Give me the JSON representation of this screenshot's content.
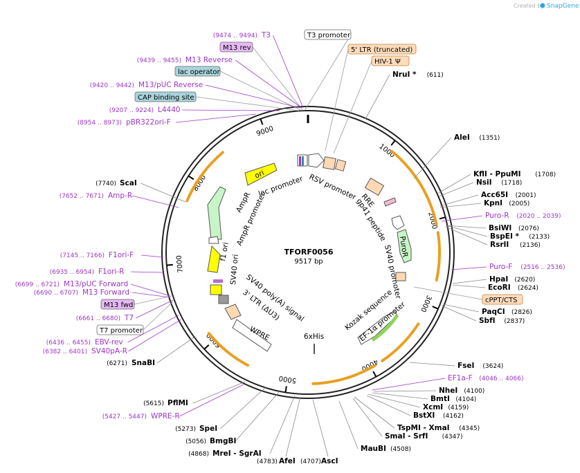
{
  "watermark": {
    "text": "Created by",
    "brand": "SnapGene"
  },
  "plasmid": {
    "name": "TFORF0056",
    "size": "9517 bp",
    "length": 9517
  },
  "ticks": [
    "1000",
    "2000",
    "3000",
    "4000",
    "5000",
    "6000",
    "7000",
    "8000",
    "9000"
  ],
  "colors": {
    "backbone": "#222222",
    "primer": "#9c35c8",
    "ori": "#ffff00",
    "amp": "#c8f5c8",
    "puro": "#c8f5c8",
    "efa": "#8ed35a",
    "promoter": "#ffffff",
    "ltr": "#ffd9b3",
    "orange_arc": "#e8a020",
    "purple_tag": "#d9a6f0",
    "teal_tag": "#9fd0d8",
    "peach_tag": "#ffd9b3"
  },
  "features": [
    {
      "label": "ori",
      "color": "#ffff00"
    },
    {
      "label": "AmpR",
      "color": "#c8f5c8"
    },
    {
      "label": "AmpR promoter",
      "color": "#ffffff"
    },
    {
      "label": "f1 ori",
      "color": "#ffff00"
    },
    {
      "label": "SV40 ori",
      "color": "#ffff00"
    },
    {
      "label": "SV40 poly(A) signal",
      "color": "#ffffff"
    },
    {
      "label": "3' LTR (ΔU3)",
      "color": "#ffd9b3"
    },
    {
      "label": "WPRE",
      "color": "#ffffff"
    },
    {
      "label": "6xHis",
      "color": "#ffffff"
    },
    {
      "label": "Kozak sequence",
      "color": "#ffffff"
    },
    {
      "label": "EF-1α promoter",
      "color": "#ffffff"
    },
    {
      "label": "SV40 promoter",
      "color": "#ffffff"
    },
    {
      "label": "PuroR",
      "color": "#c8f5c8"
    },
    {
      "label": "gp41 peptide",
      "color": "#ffffff"
    },
    {
      "label": "RRE",
      "color": "#ffd9b3"
    },
    {
      "label": "RSV promoter",
      "color": "#ffffff"
    },
    {
      "label": "lac promoter",
      "color": "#ffffff"
    }
  ],
  "tags": [
    {
      "label": "T3 promoter",
      "style": "white"
    },
    {
      "label": "M13 rev",
      "style": "purple"
    },
    {
      "label": "lac operator",
      "style": "teal"
    },
    {
      "label": "CAP binding site",
      "style": "teal"
    },
    {
      "label": "5' LTR (truncated)",
      "style": "peach"
    },
    {
      "label": "HIV-1 Ψ",
      "style": "peach"
    },
    {
      "label": "cPPT/CTS",
      "style": "peach"
    },
    {
      "label": "M13 fwd",
      "style": "purple"
    },
    {
      "label": "T7 promoter",
      "style": "white"
    }
  ],
  "primers_left": [
    {
      "range": "(9474 .. 9494)",
      "name": "T3"
    },
    {
      "range": "(9439 .. 9455)",
      "name": "M13 Reverse"
    },
    {
      "range": "(9420 .. 9442)",
      "name": "M13/pUC Reverse"
    },
    {
      "range": "(9207 .. 9224)",
      "name": "L4440"
    },
    {
      "range": "(8954 .. 8973)",
      "name": "pBR322ori-F"
    },
    {
      "range": "(7652 .. 7671)",
      "name": "Amp-R"
    },
    {
      "range": "(7145 .. 7166)",
      "name": "F1ori-F"
    },
    {
      "range": "(6935 .. 6954)",
      "name": "F1ori-R"
    },
    {
      "range": "(6699 .. 6721)",
      "name": "M13/pUC Forward"
    },
    {
      "range": "(6690 .. 6707)",
      "name": "M13 Forward"
    },
    {
      "range": "(6661 .. 6680)",
      "name": "T7"
    },
    {
      "range": "(6436 .. 6455)",
      "name": "EBV-rev"
    },
    {
      "range": "(6382 .. 6401)",
      "name": "SV40pA-R"
    },
    {
      "range": "(5427 .. 5447)",
      "name": "WPRE-R"
    }
  ],
  "primers_right": [
    {
      "name": "Puro-R",
      "range": "(2020 .. 2039)"
    },
    {
      "name": "Puro-F",
      "range": "(2516 .. 2536)"
    },
    {
      "name": "EF1a-F",
      "range": "(4046 .. 4066)"
    }
  ],
  "enzymes_right": [
    {
      "name": "NruI *",
      "pos": "(611)"
    },
    {
      "name": "AleI",
      "pos": "(1351)"
    },
    {
      "name": "KflI - PpuMI",
      "pos": "(1708)"
    },
    {
      "name": "NsiI",
      "pos": "(1718)"
    },
    {
      "name": "Acc65I",
      "pos": "(2001)"
    },
    {
      "name": "KpnI",
      "pos": "(2005)"
    },
    {
      "name": "BsiWI",
      "pos": "(2076)"
    },
    {
      "name": "BspEI *",
      "pos": "(2133)"
    },
    {
      "name": "RsrII",
      "pos": "(2136)"
    },
    {
      "name": "HpaI",
      "pos": "(2620)"
    },
    {
      "name": "EcoRI",
      "pos": "(2624)"
    },
    {
      "name": "PaqCI",
      "pos": "(2826)"
    },
    {
      "name": "SbfI",
      "pos": "(2837)"
    },
    {
      "name": "FseI",
      "pos": "(3624)"
    },
    {
      "name": "NheI",
      "pos": "(4100)"
    },
    {
      "name": "BmtI",
      "pos": "(4104)"
    },
    {
      "name": "XcmI",
      "pos": "(4159)"
    },
    {
      "name": "BstXI",
      "pos": "(4162)"
    },
    {
      "name": "TspMI - XmaI",
      "pos": "(4345)"
    },
    {
      "name": "SmaI - SrfI",
      "pos": "(4347)"
    },
    {
      "name": "MauBI",
      "pos": "(4508)"
    }
  ],
  "enzymes_left": [
    {
      "pos": "(7740)",
      "name": "ScaI"
    },
    {
      "pos": "(6271)",
      "name": "SnaBI"
    },
    {
      "pos": "(5615)",
      "name": "PflMI"
    },
    {
      "pos": "(5273)",
      "name": "SpeI"
    },
    {
      "pos": "(5056)",
      "name": "BmgBI"
    },
    {
      "pos": "(4868)",
      "name": "MreI - SgrAI"
    },
    {
      "pos": "(4783)",
      "name": "AfeI"
    },
    {
      "pos": "(4707)",
      "name": "AscI"
    }
  ]
}
